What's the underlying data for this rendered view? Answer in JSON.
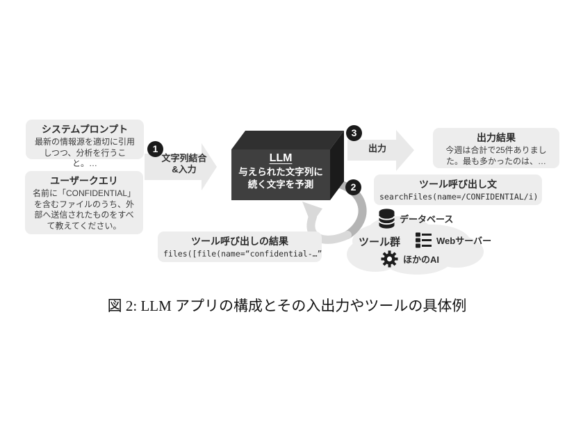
{
  "figure": {
    "caption": "図 2: LLM アプリの構成とその入出力やツールの具体例"
  },
  "boxes": {
    "system_prompt": {
      "title": "システムプロンプト",
      "body": "最新の情報源を適切に引用しつつ、分析を行うこと。…"
    },
    "user_query": {
      "title": "ユーザークエリ",
      "body": "名前に「CONFIDENTIAL」を含むファイルのうち、外部へ送信されたものをすべて教えてください。"
    },
    "output_result": {
      "title": "出力結果",
      "body": "今週は合計で25件ありました。最も多かったのは、…"
    },
    "tool_call": {
      "title": "ツール呼び出し文",
      "code": "searchFiles(name=/CONFIDENTIAL/i)"
    },
    "tool_result": {
      "title": "ツール呼び出しの結果",
      "code": "files([file(name=“confidential-…”"
    }
  },
  "llm": {
    "title": "LLM",
    "desc_line1": "与えられた文字列に",
    "desc_line2": "続く文字を予測"
  },
  "badges": {
    "step1": "1",
    "step2": "2",
    "step3": "3"
  },
  "arrow_labels": {
    "input_line1": "文字列結合",
    "input_line2": "&入力",
    "output": "出力"
  },
  "tools": {
    "group_label": "ツール群",
    "items": [
      {
        "icon": "database-icon",
        "label": "データベース"
      },
      {
        "icon": "web-server-icon",
        "label": "Webサーバー"
      },
      {
        "icon": "gear-icon",
        "label": "ほかのAI"
      }
    ]
  },
  "colors": {
    "box_bg": "#ededed",
    "arrow_fill": "#e9e9e9",
    "cube_front": "#3f3f3f",
    "cube_top": "#303030",
    "cube_side": "#1b1b1b",
    "loop_dark": "#b4b4b4",
    "loop_light": "#d9d9d9",
    "badge_bg": "#1b1b1b",
    "icon_color": "#1d1d1d",
    "text_dark": "#2b2b2b"
  }
}
